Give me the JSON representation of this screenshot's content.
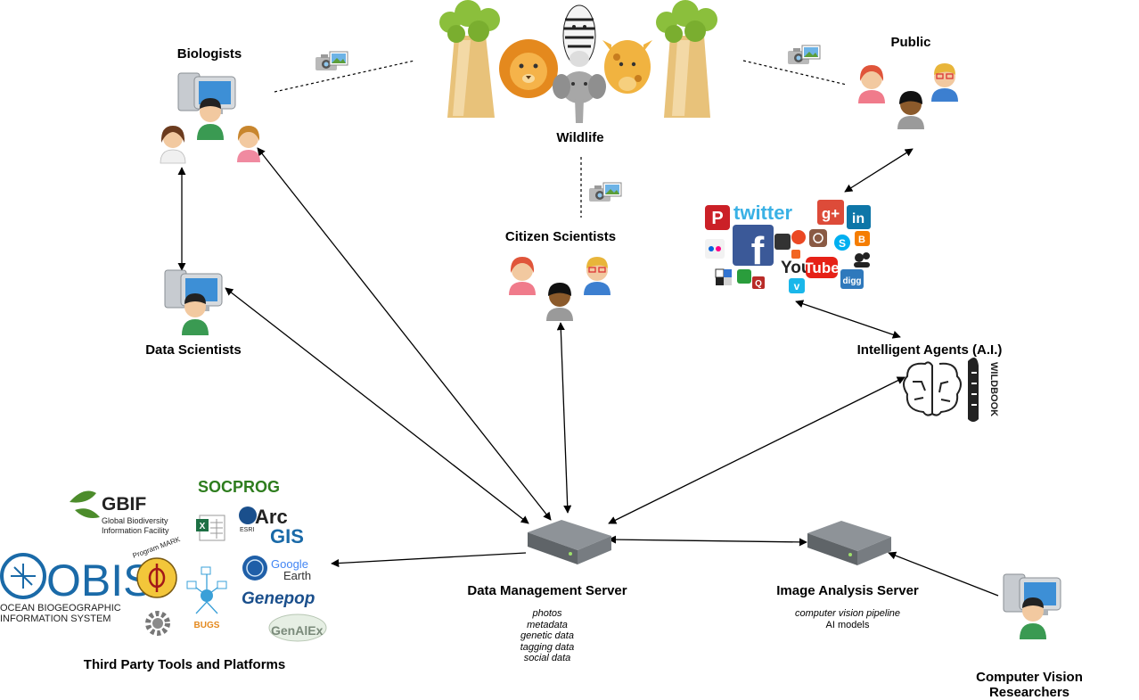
{
  "labels": {
    "biologists": "Biologists",
    "wildlife": "Wildlife",
    "public": "Public",
    "citizen_scientists": "Citizen Scientists",
    "data_scientists": "Data Scientists",
    "intelligent_agents": "Intelligent Agents (A.I.)",
    "data_management_server": "Data Management Server",
    "image_analysis_server": "Image Analysis Server",
    "third_party": "Third Party Tools and Platforms",
    "cv_researchers_line1": "Computer Vision",
    "cv_researchers_line2": "Researchers"
  },
  "dms_notes": [
    "photos",
    "metadata",
    "genetic data",
    "tagging data",
    "social data"
  ],
  "ias_notes": {
    "italic": "computer vision pipeline",
    "plain": "AI models"
  },
  "logos": {
    "gbif": "GBIF",
    "gbif_sub1": "Global Biodiversity",
    "gbif_sub2": "Information Facility",
    "socprog": "SOCPROG",
    "arcgis_arc": "Arc",
    "arcgis_gis": "GIS",
    "arcgis_esri": "ESRI",
    "obis": "OBIS",
    "obis_sub1": "OCEAN BIOGEOGRAPHIC",
    "obis_sub2": "INFORMATION SYSTEM",
    "program_mark": "Program MARK",
    "bugs": "BUGS",
    "google_earth": "Google",
    "google_earth2": "Earth",
    "genepop": "Genepop",
    "genalex": "GenAlEx",
    "twitter": "twitter",
    "youtube_you": "You",
    "youtube_tube": "Tube",
    "digg": "digg",
    "wildbook": "WILDBOOK"
  },
  "colors": {
    "obis_blue": "#1a6aa8",
    "gbif_green": "#4c8c2b",
    "socprog_green": "#2e7d1e",
    "twitter_blue": "#3ab1e5",
    "facebook_blue": "#3b5998",
    "tree_trunk": "#e8c27a",
    "tree_leaf": "#8bbf3c"
  }
}
